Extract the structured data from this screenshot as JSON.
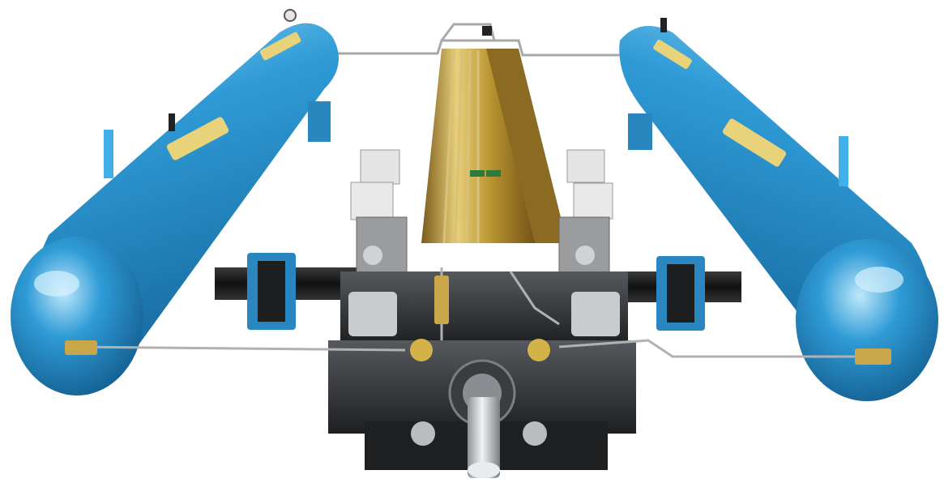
{
  "colors": {
    "background": "#ffffff",
    "tank_blue": "#2f9bd6",
    "tank_highlight": "#8fd3f5",
    "tank_shadow": "#15679c",
    "brass": "#b8922f",
    "brass_light": "#e7cf7a",
    "steel_dark": "#2b2b2b",
    "steel_mid": "#555a5e",
    "chrome": "#d8dcdf",
    "label_yellow": "#e8d27a"
  },
  "scene": {
    "tanks": [
      {
        "name": "left-accumulator-tank"
      },
      {
        "name": "right-accumulator-tank"
      }
    ],
    "center_assembly": "brass-cylinder-assembly",
    "base": "steel-manifold-block"
  }
}
